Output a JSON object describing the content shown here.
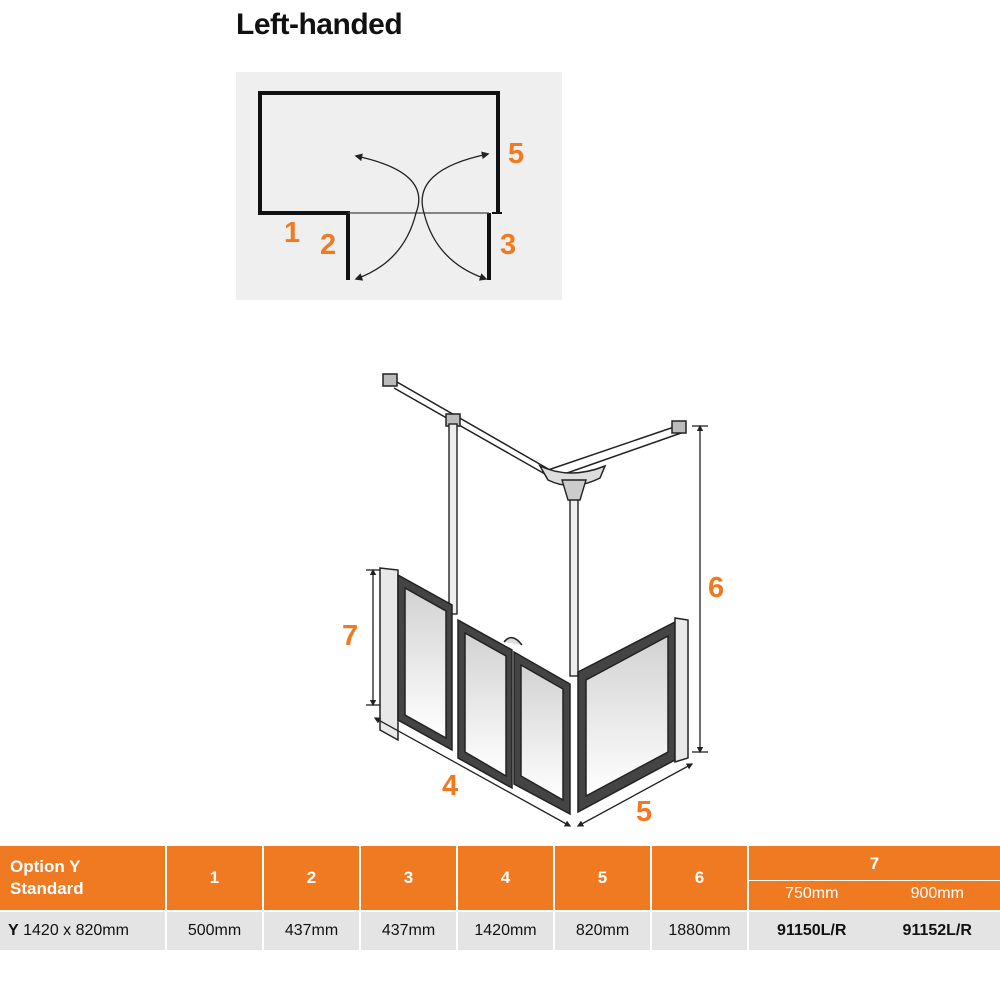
{
  "title": "Left-handed",
  "plan_labels": {
    "l1": "1",
    "l2": "2",
    "l3": "3",
    "l5": "5"
  },
  "iso_labels": {
    "l4": "4",
    "l5": "5",
    "l6": "6",
    "l7": "7"
  },
  "table": {
    "header_option": "Option Y",
    "header_standard": "Standard",
    "columns": [
      "1",
      "2",
      "3",
      "4",
      "5",
      "6"
    ],
    "col7": "7",
    "col7_sub": [
      "750mm",
      "900mm"
    ],
    "row": {
      "option": "Y",
      "size": "1420 x 820mm",
      "values": [
        "500mm",
        "437mm",
        "437mm",
        "1420mm",
        "820mm",
        "1880mm"
      ],
      "code750": "91150L/R",
      "code900": "91152L/R"
    }
  },
  "colors": {
    "accent": "#ef7a22",
    "row_bg": "#e4e4e5",
    "plan_bg": "#efefef"
  }
}
